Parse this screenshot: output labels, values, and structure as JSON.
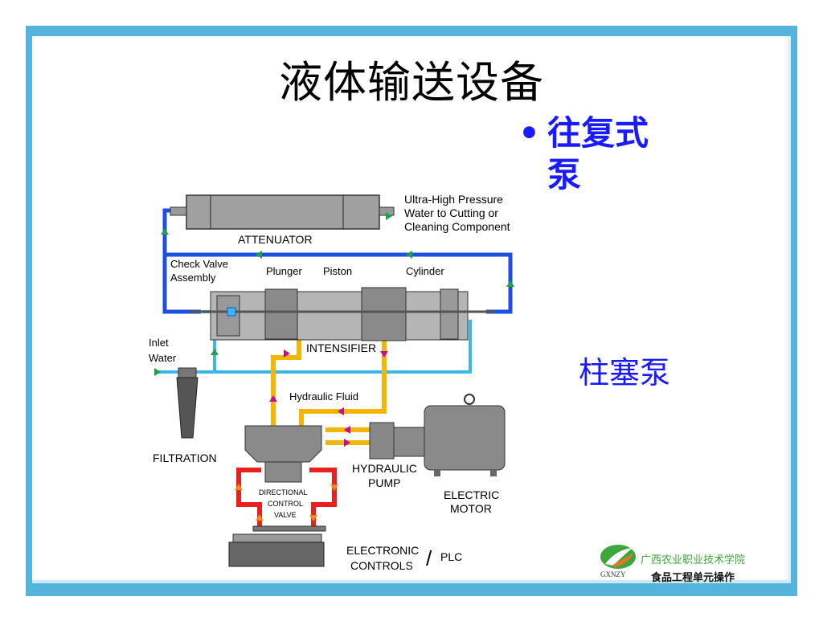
{
  "slide": {
    "title": "液体输送设备",
    "bullet": {
      "marker": "•",
      "text": "往复式泵"
    },
    "subtitle": "柱塞泵",
    "colors": {
      "frame": "#55b4dc",
      "accent_text": "#1a1aff",
      "hp_water": "#1f4fe0",
      "inlet_water": "#3ab8e8",
      "hydraulic": "#f2b705",
      "control": "#e82020"
    }
  },
  "diagram": {
    "labels": {
      "output": [
        "Ultra-High Pressure",
        "Water to Cutting or",
        "Cleaning Component"
      ],
      "attenuator": "ATTENUATOR",
      "check_valve": [
        "Check Valve",
        "Assembly"
      ],
      "plunger": "Plunger",
      "piston": "Piston",
      "cylinder": "Cylinder",
      "intensifier": "INTENSIFIER",
      "inlet": [
        "Inlet",
        "Water"
      ],
      "hydraulic_fluid": "Hydraulic Fluid",
      "filtration": "FILTRATION",
      "hydraulic_pump": [
        "HYDRAULIC",
        "PUMP"
      ],
      "electric_motor": [
        "ELECTRIC",
        "MOTOR"
      ],
      "directional_valve": [
        "DIRECTIONAL",
        "CONTROL",
        "VALVE"
      ],
      "controls": [
        "ELECTRONIC",
        "CONTROLS"
      ],
      "slash": "/",
      "plc": "PLC"
    }
  },
  "logo": {
    "school": "广西农业职业技术学院",
    "abbr": "GXNZY",
    "course": "食品工程单元操作"
  }
}
